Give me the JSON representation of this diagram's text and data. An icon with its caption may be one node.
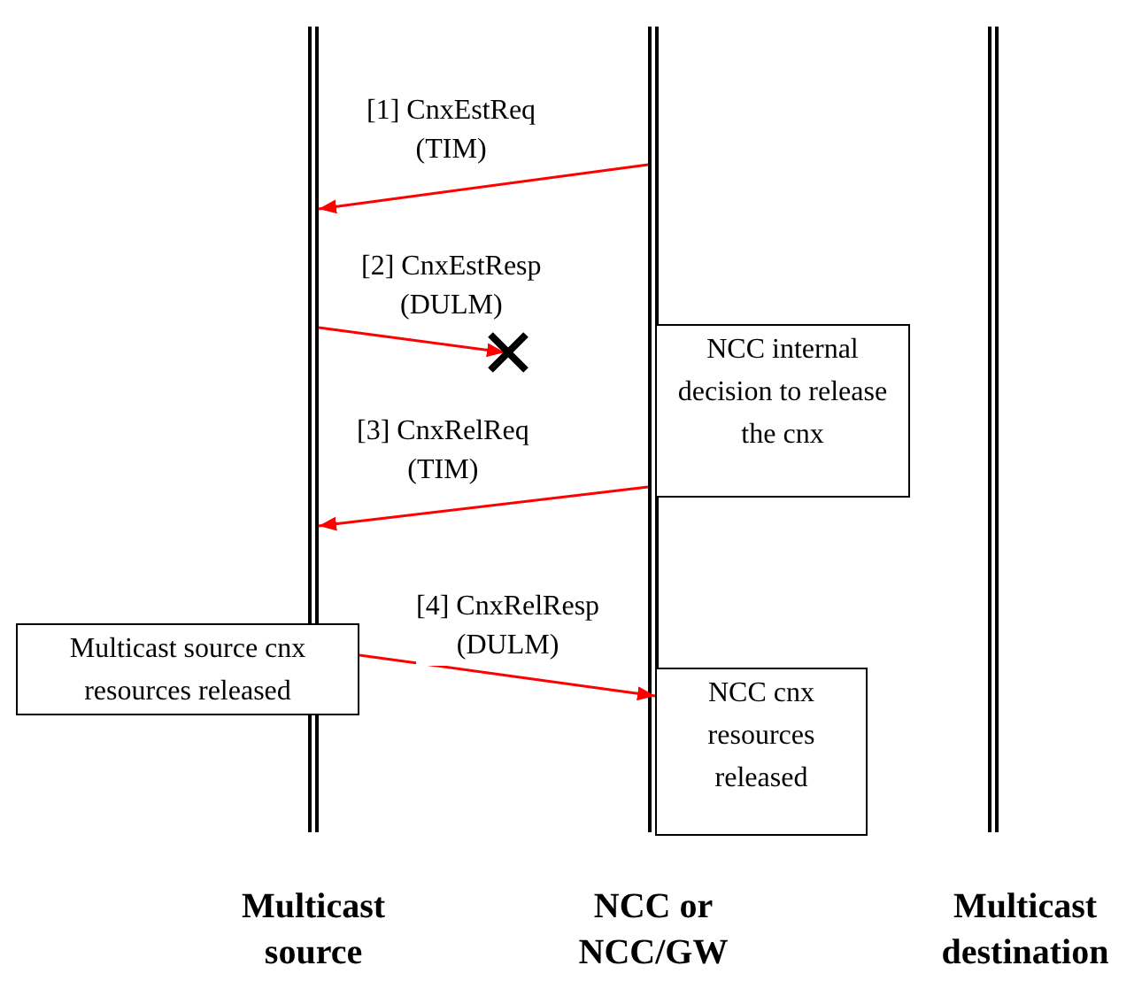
{
  "diagram": {
    "nodes": [
      {
        "text": [
          "Multicast source"
        ]
      },
      {
        "text": [
          "NCC or NCC/GW"
        ]
      },
      {
        "text": [
          "Multicast destination"
        ]
      },
      {
        "text": [
          "NCC internal decision to release the cnx"
        ]
      },
      {
        "text": [
          "Multicast source cnx resources released"
        ]
      },
      {
        "text": [
          "NCC cnx resources released"
        ]
      },
      {
        "text": [],
        "shape": "cross"
      }
    ],
    "edges": [
      {
        "from": 1,
        "to": 0,
        "arrow": "to",
        "label": "[1] CnxEstReq (TIM)"
      },
      {
        "from": 0,
        "to": 6,
        "arrow": "to",
        "label": "[2] CnxEstResp (DULM)"
      },
      {
        "from": 1,
        "to": 0,
        "arrow": "to",
        "label": "[3] CnxRelReq (TIM)"
      },
      {
        "from": 4,
        "to": 5,
        "arrow": "to",
        "label": "[4] CnxRelResp (DULM)"
      }
    ]
  }
}
